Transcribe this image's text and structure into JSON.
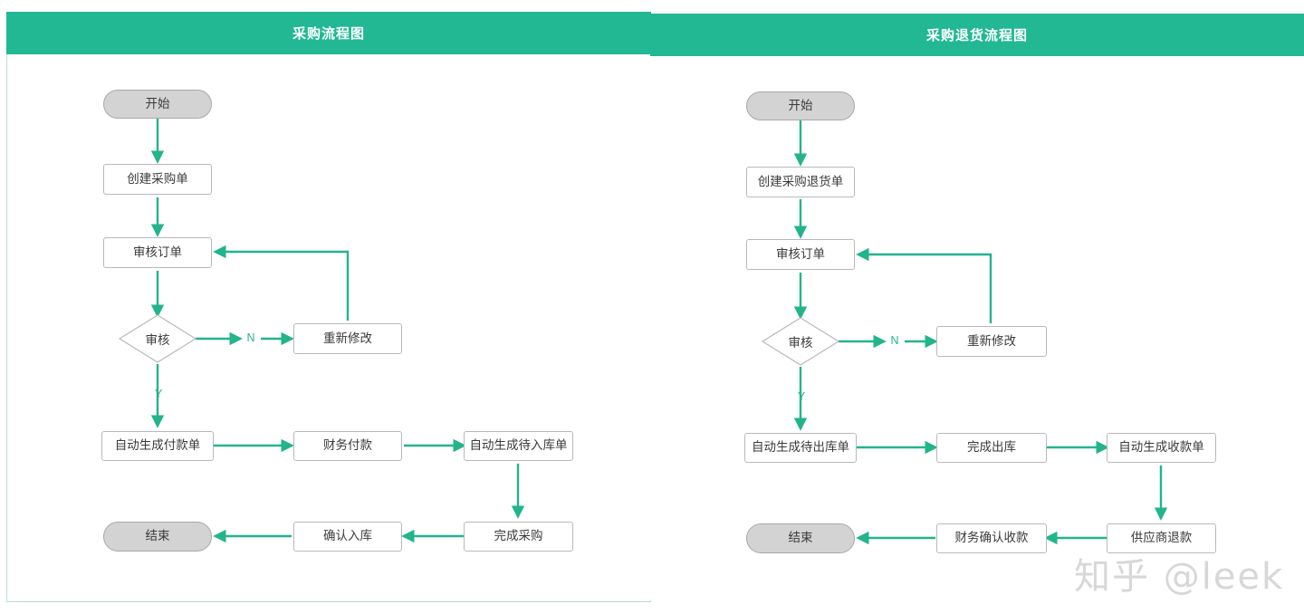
{
  "accent_color": "#21b893",
  "arrow_color": "#23b48c",
  "node_border_color": "#b9b9b9",
  "terminal_fill": "#d3d3d3",
  "watermark": "知乎 @leek",
  "panels": [
    {
      "id": "purchase",
      "title": "采购流程图",
      "nodes": [
        {
          "key": "start",
          "label": "开始",
          "type": "terminal"
        },
        {
          "key": "create",
          "label": "创建采购单",
          "type": "process"
        },
        {
          "key": "review_order",
          "label": "审核订单",
          "type": "process"
        },
        {
          "key": "audit",
          "label": "审核",
          "type": "decision"
        },
        {
          "key": "remodify",
          "label": "重新修改",
          "type": "process"
        },
        {
          "key": "gen_payment",
          "label": "自动生成付款单",
          "type": "process"
        },
        {
          "key": "fin_pay",
          "label": "财务付款",
          "type": "process"
        },
        {
          "key": "gen_inbound",
          "label": "自动生成待入库单",
          "type": "process"
        },
        {
          "key": "finish_buy",
          "label": "完成采购",
          "type": "process"
        },
        {
          "key": "confirm_in",
          "label": "确认入库",
          "type": "process"
        },
        {
          "key": "end",
          "label": "结束",
          "type": "terminal"
        }
      ],
      "edge_labels": {
        "no": "N",
        "yes": "Y"
      }
    },
    {
      "id": "purchase-return",
      "title": "采购退货流程图",
      "nodes": [
        {
          "key": "start",
          "label": "开始",
          "type": "terminal"
        },
        {
          "key": "create",
          "label": "创建采购退货单",
          "type": "process"
        },
        {
          "key": "review_order",
          "label": "审核订单",
          "type": "process"
        },
        {
          "key": "audit",
          "label": "审核",
          "type": "decision"
        },
        {
          "key": "remodify",
          "label": "重新修改",
          "type": "process"
        },
        {
          "key": "gen_outbound",
          "label": "自动生成待出库单",
          "type": "process"
        },
        {
          "key": "finish_out",
          "label": "完成出库",
          "type": "process"
        },
        {
          "key": "gen_receipt",
          "label": "自动生成收款单",
          "type": "process"
        },
        {
          "key": "supplier_ref",
          "label": "供应商退款",
          "type": "process"
        },
        {
          "key": "fin_confirm",
          "label": "财务确认收款",
          "type": "process"
        },
        {
          "key": "end",
          "label": "结束",
          "type": "terminal"
        }
      ],
      "edge_labels": {
        "no": "N",
        "yes": "Y"
      }
    }
  ]
}
